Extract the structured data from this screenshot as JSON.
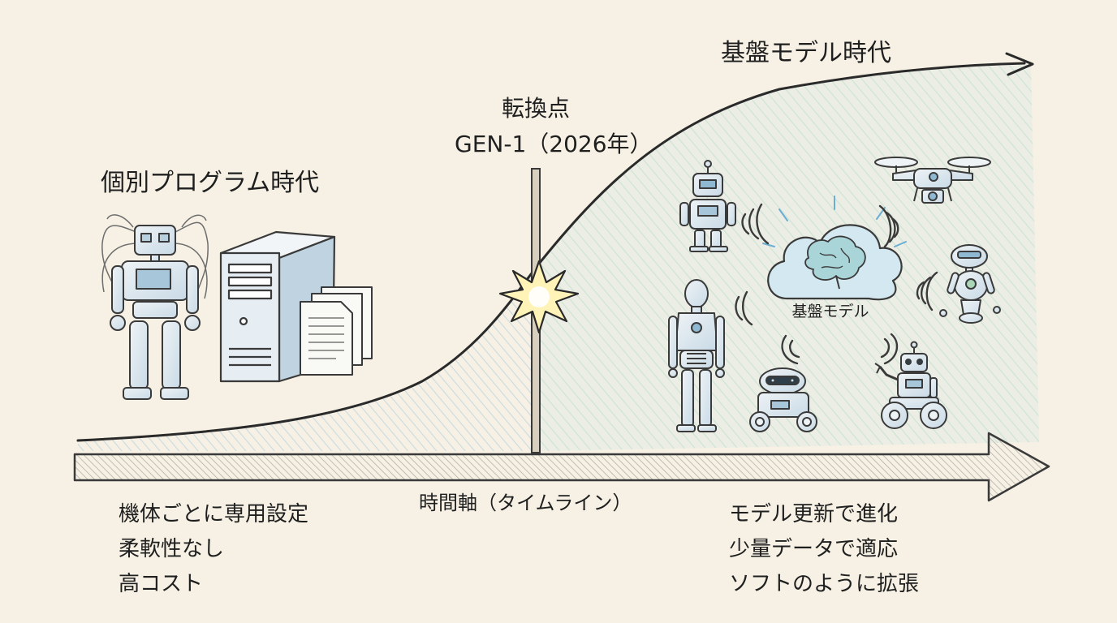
{
  "colors": {
    "background": "#f6f1e4",
    "ink": "#2a2a2a",
    "hatch_blue": "#9cc3dc",
    "hatch_green": "#a9d7b8",
    "robot_fill": "#dde8ef",
    "flash": "#fff3b8"
  },
  "era_left": {
    "title": "個別プログラム時代"
  },
  "era_right": {
    "title": "基盤モデル時代"
  },
  "turning_point": {
    "title": "転換点",
    "label": "GEN-1（2026年）"
  },
  "axis": {
    "label": "時間軸（タイムライン）"
  },
  "left_notes": [
    "機体ごとに専用設定",
    "柔軟性なし",
    "高コスト"
  ],
  "right_notes": [
    "モデル更新で進化",
    "少量データで適応",
    "ソフトのように拡張"
  ],
  "hub": {
    "label": "基盤モデル",
    "icon": "brain-cloud-icon"
  },
  "icons": [
    "wired-robot-icon",
    "server-tower-icon",
    "documents-icon",
    "burst-icon",
    "small-robot-icon",
    "drone-icon",
    "orb-robot-icon",
    "humanoid-robot-icon",
    "rover-robot-icon",
    "wheeled-arm-robot-icon",
    "signal-waves-icon"
  ]
}
